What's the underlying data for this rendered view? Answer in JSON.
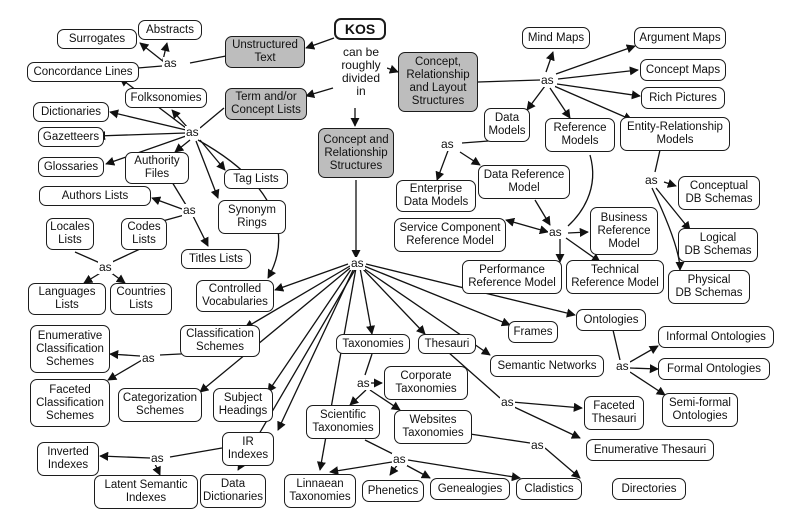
{
  "nodes": {
    "kos": "KOS",
    "unstructured_text": "Unstructured\nText",
    "term_concept_lists": "Term and/or\nConcept Lists",
    "concept_relationship_structures": "Concept and\nRelationship\nStructures",
    "concept_relationship_layout": "Concept,\nRelationship\nand Layout\nStructures",
    "abstracts": "Abstracts",
    "surrogates": "Surrogates",
    "concordance_lines": "Concordance Lines",
    "folksonomies": "Folksonomies",
    "dictionaries": "Dictionaries",
    "gazetteers": "Gazetteers",
    "glossaries": "Glossaries",
    "authority_files": "Authority\nFiles",
    "authors_lists": "Authors Lists",
    "tag_lists": "Tag Lists",
    "synonym_rings": "Synonym\nRings",
    "locales_lists": "Locales\nLists",
    "codes_lists": "Codes\nLists",
    "titles_lists": "Titles Lists",
    "languages_lists": "Languages\nLists",
    "countries_lists": "Countries\nLists",
    "controlled_vocabularies": "Controlled\nVocabularies",
    "mind_maps": "Mind Maps",
    "argument_maps": "Argument Maps",
    "concept_maps": "Concept Maps",
    "rich_pictures": "Rich Pictures",
    "data_models": "Data\nModels",
    "reference_models": "Reference\nModels",
    "er_models": "Entity-Relationship\nModels",
    "enterprise_data_models": "Enterprise\nData Models",
    "data_reference_model": "Data Reference\nModel",
    "conceptual_db": "Conceptual\nDB Schemas",
    "service_component": "Service Component\nReference Model",
    "business_reference": "Business\nReference\nModel",
    "logical_db": "Logical\nDB Schemas",
    "performance_reference": "Performance\nReference Model",
    "technical_reference": "Technical\nReference Model",
    "physical_db": "Physical\nDB Schemas",
    "classification_schemes": "Classification\nSchemes",
    "enumerative_classification": "Enumerative\nClassification\nSchemes",
    "faceted_classification": "Faceted\nClassification\nSchemes",
    "categorization_schemes": "Categorization\nSchemes",
    "subject_headings": "Subject\nHeadings",
    "taxonomies": "Taxonomies",
    "thesauri": "Thesauri",
    "frames": "Frames",
    "ontologies": "Ontologies",
    "semantic_networks": "Semantic Networks",
    "informal_ontologies": "Informal Ontologies",
    "formal_ontologies": "Formal Ontologies",
    "semiformal_ontologies": "Semi-formal\nOntologies",
    "corporate_taxonomies": "Corporate\nTaxonomies",
    "scientific_taxonomies": "Scientific\nTaxonomies",
    "websites_taxonomies": "Websites\nTaxonomies",
    "faceted_thesauri": "Faceted\nThesauri",
    "enumerative_thesauri": "Enumerative Thesauri",
    "ir_indexes": "IR\nIndexes",
    "inverted_indexes": "Inverted\nIndexes",
    "latent_semantic_indexes": "Latent Semantic\nIndexes",
    "data_dictionaries": "Data\nDictionaries",
    "linnaean_taxonomies": "Linnaean\nTaxonomies",
    "phenetics": "Phenetics",
    "genealogies": "Genealogies",
    "cladistics": "Cladistics",
    "directories": "Directories"
  },
  "labels": {
    "divided": "can be\nroughly\ndivided\nin",
    "as": "as"
  }
}
